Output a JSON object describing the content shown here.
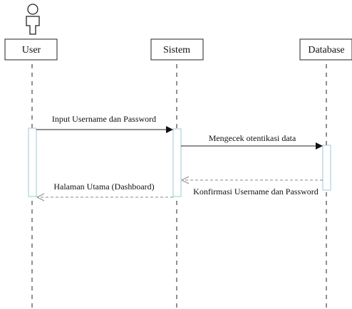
{
  "participants": [
    {
      "id": "user",
      "label": "User",
      "actor_icon": "stick-figure-actor-icon"
    },
    {
      "id": "sistem",
      "label": "Sistem"
    },
    {
      "id": "database",
      "label": "Database"
    }
  ],
  "messages": [
    {
      "id": "msg1",
      "from": "user",
      "to": "sistem",
      "type": "synchronous",
      "label": "Input Username dan Password"
    },
    {
      "id": "msg2",
      "from": "sistem",
      "to": "database",
      "type": "synchronous",
      "label": "Mengecek otentikasi data"
    },
    {
      "id": "msg3",
      "from": "database",
      "to": "sistem",
      "type": "return",
      "label": "Konfirmasi Username dan Password"
    },
    {
      "id": "msg4",
      "from": "sistem",
      "to": "user",
      "type": "return",
      "label": "Halaman Utama (Dashboard)"
    }
  ],
  "colors": {
    "line": "#222222",
    "activation_border": "#9ec9d6",
    "activation_fill": "#ffffff",
    "return_line": "#8a8a8a"
  }
}
